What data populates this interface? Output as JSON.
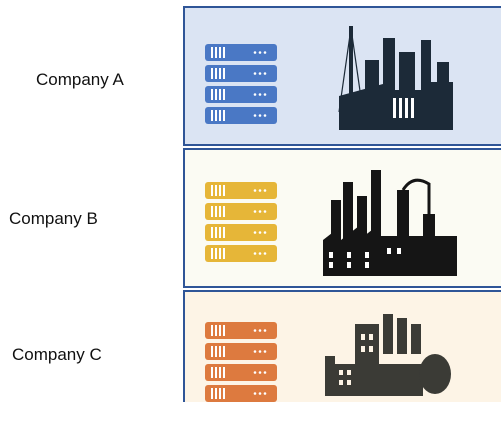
{
  "companies": [
    {
      "label": "Company A",
      "panel_bg": "#dbe4f3",
      "border": "#2f5597",
      "server_color": "#4a78c5",
      "factory_color": "#1c2a38",
      "icons": [
        "server-icon",
        "factory-icon"
      ]
    },
    {
      "label": "Company B",
      "panel_bg": "#fbfbf3",
      "border": "#2f5597",
      "server_color": "#e6b638",
      "factory_color": "#151515",
      "icons": [
        "server-icon",
        "factory-icon"
      ]
    },
    {
      "label": "Company C",
      "panel_bg": "#fdf4e6",
      "border": "#2f5597",
      "server_color": "#dd7a3f",
      "factory_color": "#3b3b36",
      "icons": [
        "server-icon",
        "factory-icon"
      ]
    }
  ]
}
